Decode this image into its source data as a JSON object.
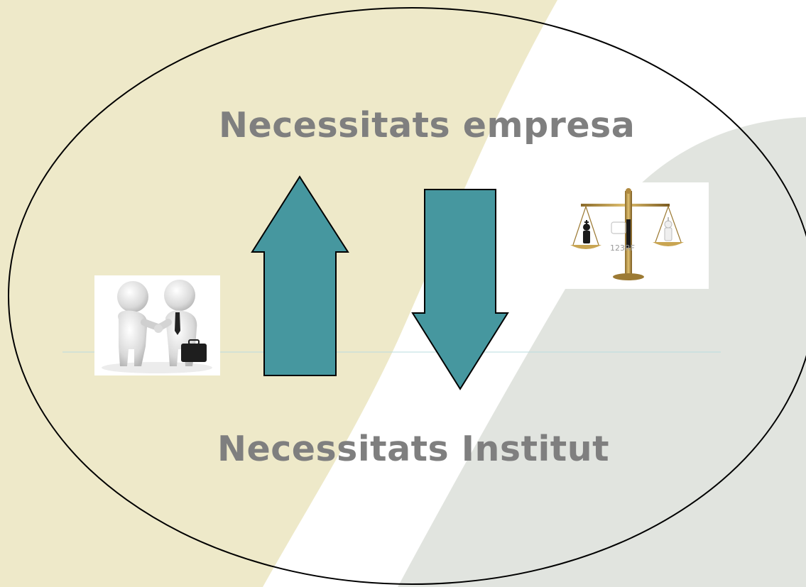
{
  "slide": {
    "title_top": "Necessitats empresa",
    "title_bottom": "Necessitats Institut"
  },
  "colors": {
    "background": "#ffffff",
    "left_band": "#eee9c9",
    "right_band": "#e1e4df",
    "arrow_fill": "#46979f",
    "arrow_stroke": "#000000",
    "title_text": "#7f7f7f",
    "ellipse_stroke": "#000000",
    "guide_line": "#b9dcdf"
  },
  "pictures": {
    "handshake": {
      "icon": "handshake-figures-icon"
    },
    "scale": {
      "icon": "balance-scale-icon",
      "watermark": "123RF"
    }
  },
  "arrows": {
    "up": {
      "direction": "up"
    },
    "down": {
      "direction": "down"
    }
  }
}
